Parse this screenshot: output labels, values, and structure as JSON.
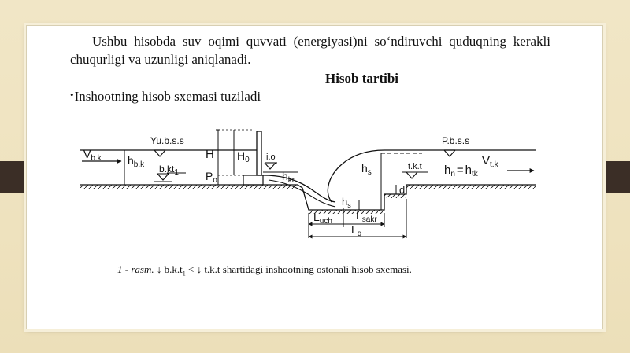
{
  "paragraph": "Ushbu hisobda suv oqimi quvvati (energiyasi)ni soʻndiruvchi quduqning kerakli chuqurligi va uzunligi aniqlanadi.",
  "heading": "Hisob tartibi",
  "bullet": "Inshootning hisob sxemasi tuzilad",
  "bullet_tail": "i",
  "diagram": {
    "yubss": "Yu.b.s.s",
    "pbss": "P.b.s.s",
    "vbk": "V",
    "vbk_sub": "b.k",
    "hbk": "h",
    "hbk_sub": "b.k",
    "bkt": "b.kt",
    "bkt_sub": "1",
    "H": "H",
    "P": "P",
    "P_sub": "o",
    "H0": "H",
    "H0_sub": "0",
    "io": "i.o",
    "hkr": "h",
    "hkr_sub": "kr",
    "hs_prime": "h",
    "hs_prime_sub": "s",
    "hs": "h",
    "hs_sub": "s",
    "tkt": "t.k.t",
    "d": "d",
    "luch": "L",
    "luch_sub": "uch",
    "lsakr": "L",
    "lsakr_sub": "sakr",
    "lq": "L",
    "lq_sub": "q",
    "hn": "h",
    "hn_sub": "n",
    "eq": "=",
    "htk": "h",
    "htk_sub": "tk",
    "vtk": "V",
    "vtk_sub": "t.k"
  },
  "caption": {
    "label": "1 - rasm.",
    "arrow1": "↓",
    "bkt": "b.k.t",
    "bkt_sub": "1",
    "lt": "<",
    "arrow2": "↓",
    "rest": "t.k.t shartidagi inshootning ostonali hisob sxemasi."
  }
}
